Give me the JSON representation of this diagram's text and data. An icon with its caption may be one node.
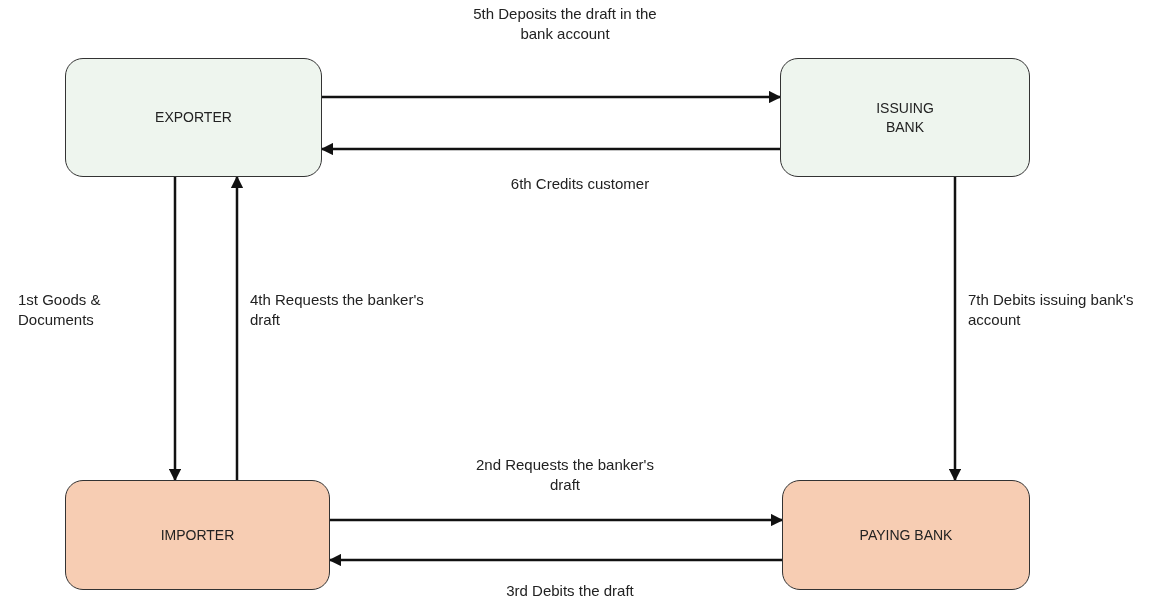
{
  "diagram": {
    "nodes": [
      {
        "text": [
          "EXPORTER"
        ]
      },
      {
        "text": [
          "ISSUING BANK"
        ]
      },
      {
        "text": [
          "IMPORTER"
        ]
      },
      {
        "text": [
          "PAYING BANK"
        ]
      }
    ],
    "edges": [
      {
        "from": 0,
        "to": 1,
        "arrow": "to",
        "label": "5th Deposits the draft in the bank account"
      },
      {
        "from": 1,
        "to": 0,
        "arrow": "to",
        "label": "6th Credits customer"
      },
      {
        "from": 0,
        "to": 2,
        "arrow": "to",
        "label": "1st Goods & Documents"
      },
      {
        "from": 2,
        "to": 0,
        "arrow": "to",
        "label": "4th Requests the banker's draft"
      },
      {
        "from": 1,
        "to": 3,
        "arrow": "to",
        "label": "7th Debits issuing bank's account"
      },
      {
        "from": 2,
        "to": 3,
        "arrow": "to",
        "label": "2nd Requests the banker's draft"
      },
      {
        "from": 3,
        "to": 2,
        "arrow": "to",
        "label": "3rd Debits the draft"
      }
    ]
  }
}
